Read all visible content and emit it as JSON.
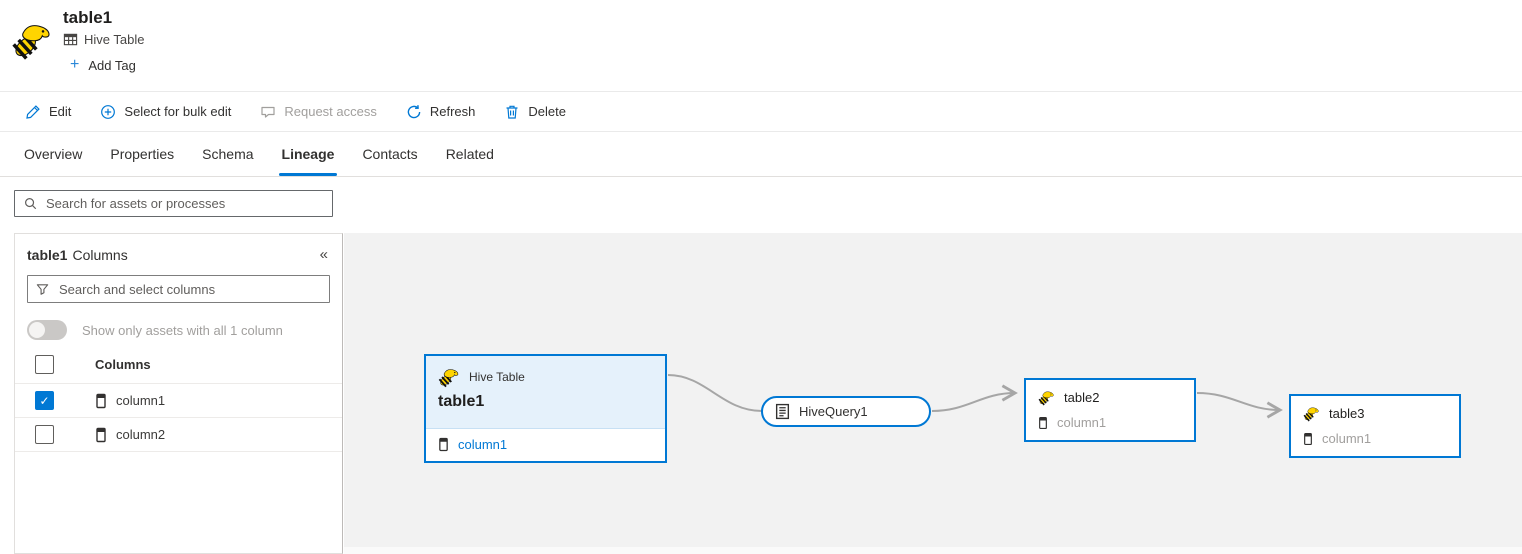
{
  "header": {
    "title": "table1",
    "asset_type_label": "Hive Table",
    "add_tag": {
      "plus": "+",
      "label": "Add Tag"
    }
  },
  "toolbar": {
    "items": [
      {
        "label": "Edit",
        "disabled": false
      },
      {
        "label": "Select for bulk edit",
        "disabled": false
      },
      {
        "label": "Request access",
        "disabled": true
      },
      {
        "label": "Refresh",
        "disabled": false
      },
      {
        "label": "Delete",
        "disabled": false
      }
    ]
  },
  "tabs": [
    {
      "label": "Overview",
      "active": false
    },
    {
      "label": "Properties",
      "active": false
    },
    {
      "label": "Schema",
      "active": false
    },
    {
      "label": "Lineage",
      "active": true
    },
    {
      "label": "Contacts",
      "active": false
    },
    {
      "label": "Related",
      "active": false
    }
  ],
  "search": {
    "placeholder": "Search for assets or processes"
  },
  "columns_panel": {
    "title_asset": "table1",
    "title_suffix": "Columns",
    "collapse_glyph": "«",
    "filter_placeholder": "Search and select columns",
    "toggle_label": "Show only assets with all 1 column",
    "toggle_on": false,
    "list_header": "Columns",
    "check_glyph": "✓",
    "rows": [
      {
        "name": "column1",
        "checked": true
      },
      {
        "name": "column2",
        "checked": false
      }
    ]
  },
  "lineage": {
    "asset_node": {
      "type_label": "Hive Table",
      "name": "table1",
      "column": "column1"
    },
    "process_node": {
      "name": "HiveQuery1"
    },
    "target_nodes": [
      {
        "name": "table2",
        "column": "column1"
      },
      {
        "name": "table3",
        "column": "column1"
      }
    ]
  },
  "colors": {
    "accent": "#0078d4",
    "edge": "#a6a6a6",
    "canvas_bg": "#f2f2f2",
    "node_header_bg": "#e5f1fb",
    "selected_checkbox": "#0078d4"
  }
}
